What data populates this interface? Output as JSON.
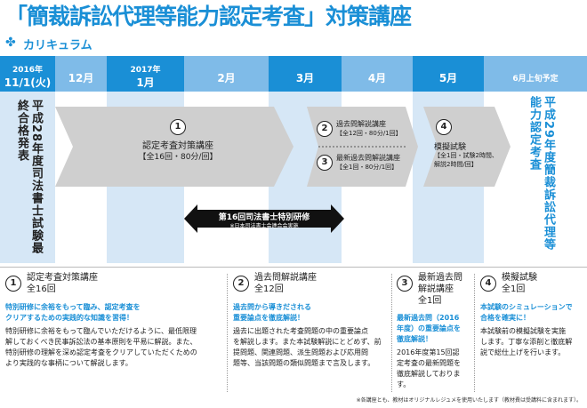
{
  "title": "「簡裁訴訟代理等能力認定考査」対策講座",
  "section": {
    "mark": "✤",
    "label": "カリキュラム"
  },
  "colors": {
    "accent": "#1a8fd6",
    "header_dark": "#1a8fd6",
    "header_light": "#d6e7f6",
    "chevron": "#cfcfcf"
  },
  "timeline": {
    "first": {
      "year": "2016年",
      "month": "11/1(火)"
    },
    "months": [
      "12月",
      "1月",
      "2月",
      "3月",
      "4月",
      "5月"
    ],
    "jan_year": "2017年",
    "last": "6月上旬予定"
  },
  "left_event": "平成28年度司法書士試験最終合格発表",
  "right_event": "平成29年度簡裁訴訟代理等能力認定考査",
  "chevrons": {
    "c1": {
      "num": "1",
      "title": "認定考査対策講座",
      "detail": "【全16回・80分/回】"
    },
    "c2": {
      "num": "2",
      "title": "過去問解説講座",
      "detail": "【全12回・80分/1回】"
    },
    "c3": {
      "num": "3",
      "title": "最新過去問解説講座",
      "detail": "【全1回・80分/1回】"
    },
    "c4": {
      "num": "4",
      "title": "模擬試験",
      "detail1": "【全1回・試験2時間、",
      "detail2": "解説2時間/回】"
    }
  },
  "training": {
    "title": "第16回司法書士特別研修",
    "note": "※日本司法書士会連合会実施"
  },
  "panels": {
    "p1": {
      "num": "1",
      "title": "認定考査対策講座",
      "count": "全16回",
      "highlight1": "特別研修に余裕をもって臨み、認定考査を",
      "highlight2": "クリアするための実践的な知識を習得！",
      "body1": "特別研修に余裕をもって臨んでいただけるように、最低限理",
      "body2": "解しておくべき民事訴訟法の基本原則を平易に解説。また、",
      "body3": "特別研修の理解を深め認定考査をクリアしていただくための",
      "body4": "より実践的な事柄について解説します。"
    },
    "p2": {
      "num": "2",
      "title": "過去問解説講座",
      "count": "全12回",
      "highlight1": "過去問から導きだされる",
      "highlight2": "重要論点を徹底解説！",
      "body1": "過去に出題された考査問題の中の重要論点",
      "body2": "を解説します。また本試験解説にとどめず、前",
      "body3": "提問題、関連問題、派生問題および応用問",
      "body4": "題等、当該問題の類似問題まで言及します。"
    },
    "p3": {
      "num": "3",
      "title1": "最新過去問",
      "title2": "解説講座",
      "count": "全1回",
      "highlight1": "最新過去問（2016",
      "highlight2": "年度）の重要論点を",
      "highlight3": "徹底解説！",
      "body1": "2016年度第15回認",
      "body2": "定考査の最新問題を",
      "body3": "徹底解説しております。"
    },
    "p4": {
      "num": "4",
      "title": "模擬試験",
      "count": "全1回",
      "highlight1": "本試験のシミュレーションで",
      "highlight2": "合格を確実に！",
      "body1": "本試験前の模擬試験を実施",
      "body2": "します。丁寧な添削と徹底解",
      "body3": "説で総仕上げを行います。"
    }
  },
  "footnote": "※各講座とも、教材はオリジナルレジュメを使用いたします（教材費は受講料に含まれます）。"
}
